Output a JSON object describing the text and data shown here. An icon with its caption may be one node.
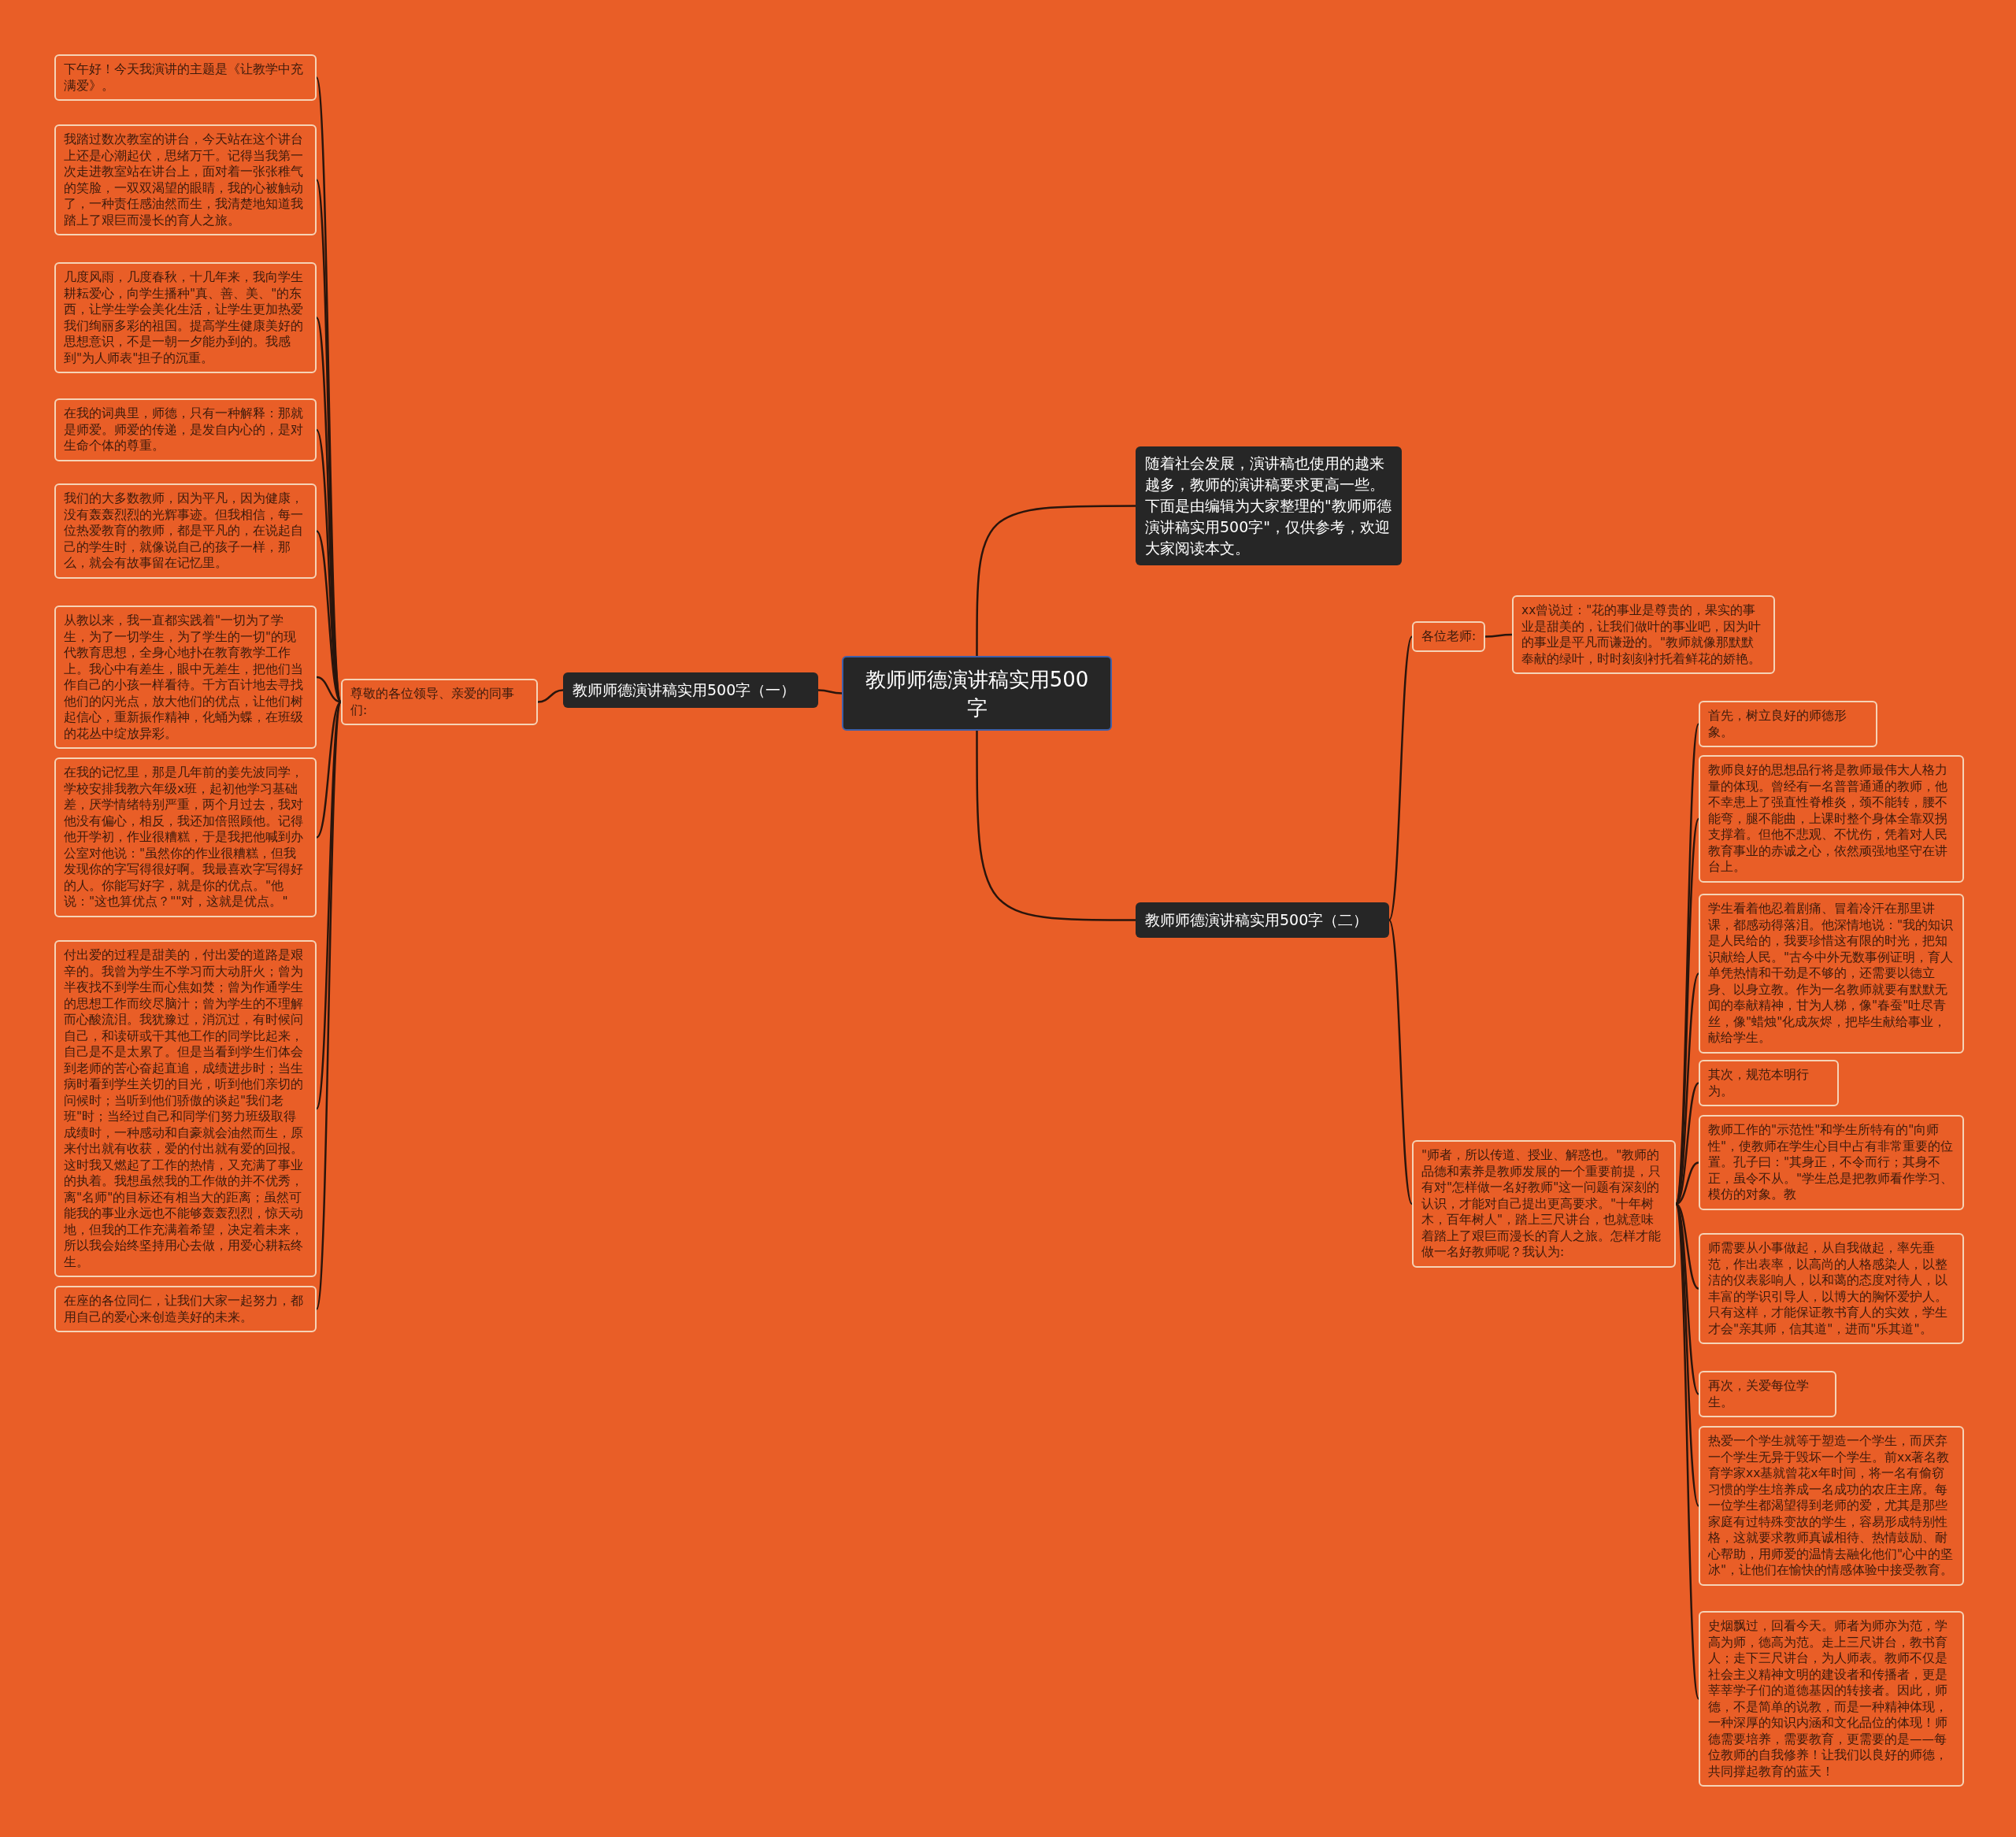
{
  "diagram": {
    "nodes": [
      {
        "text": [
          "教师师德演讲稿实用500字"
        ]
      },
      {
        "text": [
          "随着社会发展，演讲稿也使用的越来越多，教师的演讲稿要求更高一些。下面是由编辑为大家整理的\"教师师德演讲稿实用500字\"，仅供参考，欢迎大家阅读本文。"
        ]
      },
      {
        "text": [
          "教师师德演讲稿实用500字（一）"
        ]
      },
      {
        "text": [
          "尊敬的各位领导、亲爱的同事们:"
        ]
      },
      {
        "text": [
          "下午好！今天我演讲的主题是《让教学中充满爱》。"
        ]
      },
      {
        "text": [
          "我踏过数次教室的讲台，今天站在这个讲台上还是心潮起伏，思绪万千。记得当我第一次走进教室站在讲台上，面对着一张张稚气的笑脸，一双双渴望的眼睛，我的心被触动了，一种责任感油然而生，我清楚地知道我踏上了艰巨而漫长的育人之旅。"
        ]
      },
      {
        "text": [
          "几度风雨，几度春秋，十几年来，我向学生耕耘爱心，向学生播种\"真、善、美、\"的东西，让学生学会美化生活，让学生更加热爱我们绚丽多彩的祖国。提高学生健康美好的思想意识，不是一朝一夕能办到的。我感到\"为人师表\"担子的沉重。"
        ]
      },
      {
        "text": [
          "在我的词典里，师德，只有一种解释：那就是师爱。师爱的传递，是发自内心的，是对生命个体的尊重。"
        ]
      },
      {
        "text": [
          "我们的大多数教师，因为平凡，因为健康，没有轰轰烈烈的光辉事迹。但我相信，每一位热爱教育的教师，都是平凡的，在说起自己的学生时，就像说自己的孩子一样，那么，就会有故事留在记忆里。"
        ]
      },
      {
        "text": [
          "从教以来，我一直都实践着\"一切为了学生，为了一切学生，为了学生的一切\"的现代教育思想，全身心地扑在教育教学工作上。我心中有差生，眼中无差生，把他们当作自己的小孩一样看待。千方百计地去寻找他们的闪光点，放大他们的优点，让他们树起信心，重新振作精神，化蛹为蝶，在班级的花丛中绽放异彩。"
        ]
      },
      {
        "text": [
          "在我的记忆里，那是几年前的姜先波同学，学校安排我教六年级x班，起初他学习基础差，厌学情绪特别严重，两个月过去，我对他没有偏心，相反，我还加倍照顾他。记得他开学初，作业很糟糕，于是我把他喊到办公室对他说：\"虽然你的作业很糟糕，但我发现你的字写得很好啊。我最喜欢字写得好的人。你能写好字，就是你的优点。\"他说：\"这也算优点？\"\"对，这就是优点。\""
        ]
      },
      {
        "text": [
          "付出爱的过程是甜美的，付出爱的道路是艰辛的。我曾为学生不学习而大动肝火；曾为半夜找不到学生而心焦如焚；曾为作通学生的思想工作而绞尽脑汁；曾为学生的不理解而心酸流泪。我犹豫过，消沉过，有时候问自己，和读研或干其他工作的同学比起来，自己是不是太累了。但是当看到学生们体会到老师的苦心奋起直追，成绩进步时；当生病时看到学生关切的目光，听到他们亲切的问候时；当听到他们骄傲的谈起\"我们老班\"时；当经过自己和同学们努力班级取得成绩时，一种感动和自豪就会油然而生，原来付出就有收获，爱的付出就有爱的回报。这时我又燃起了工作的热情，又充满了事业的执着。我想虽然我的工作做的并不优秀，离\"名师\"的目标还有相当大的距离；虽然可能我的事业永远也不能够轰轰烈烈，惊天动地，但我的工作充满着希望，决定着未来，所以我会始终坚持用心去做，用爱心耕耘终生。"
        ]
      },
      {
        "text": [
          "在座的各位同仁，让我们大家一起努力，都用自己的爱心来创造美好的未来。"
        ]
      },
      {
        "text": [
          "教师师德演讲稿实用500字（二）"
        ]
      },
      {
        "text": [
          "各位老师:"
        ]
      },
      {
        "text": [
          "xx曾说过：\"花的事业是尊贵的，果实的事业是甜美的，让我们做叶的事业吧，因为叶的事业是平凡而谦逊的。\"教师就像那默默奉献的绿叶，时时刻刻衬托着鲜花的娇艳。"
        ]
      },
      {
        "text": [
          "\"师者，所以传道、授业、解惑也。\"教师的品德和素养是教师发展的一个重要前提，只有对\"怎样做一名好教师\"这一问题有深刻的认识，才能对自己提出更高要求。\"十年树木，百年树人\"，踏上三尺讲台，也就意味着踏上了艰巨而漫长的育人之旅。怎样才能做一名好教师呢？我认为:"
        ]
      },
      {
        "text": [
          "首先，树立良好的师德形象。"
        ]
      },
      {
        "text": [
          "教师良好的思想品行将是教师最伟大人格力量的体现。曾经有一名普普通通的教师，他不幸患上了强直性脊椎炎，颈不能转，腰不能弯，腿不能曲，上课时整个身体全靠双拐支撑着。但他不悲观、不忧伤，凭着对人民教育事业的赤诚之心，依然顽强地坚守在讲台上。"
        ]
      },
      {
        "text": [
          "学生看着他忍着剧痛、冒着冷汗在那里讲课，都感动得落泪。他深情地说：\"我的知识是人民给的，我要珍惜这有限的时光，把知识献给人民。\"古今中外无数事例证明，育人单凭热情和干劲是不够的，还需要以德立身、以身立教。作为一名教师就要有默默无闻的奉献精神，甘为人梯，像\"春蚕\"吐尽青丝，像\"蜡烛\"化成灰烬，把毕生献给事业，献给学生。"
        ]
      },
      {
        "text": [
          "其次，规范本明行为。"
        ]
      },
      {
        "text": [
          "教师工作的\"示范性\"和学生所特有的\"向师性\"，使教师在学生心目中占有非常重要的位置。孔子曰：\"其身正，不令而行；其身不正，虽令不从。\"学生总是把教师看作学习、模仿的对象。教"
        ]
      },
      {
        "text": [
          "师需要从小事做起，从自我做起，率先垂范，作出表率，以高尚的人格感染人，以整洁的仪表影响人，以和蔼的态度对待人，以丰富的学识引导人，以博大的胸怀爱护人。只有这样，才能保证教书育人的实效，学生才会\"亲其师，信其道\"，进而\"乐其道\"。"
        ]
      },
      {
        "text": [
          "再次，关爱每位学生。"
        ]
      },
      {
        "text": [
          "热爱一个学生就等于塑造一个学生，而厌弃一个学生无异于毁坏一个学生。前xx著名教育学家xx基就曾花x年时间，将一名有偷窃习惯的学生培养成一名成功的农庄主席。每一位学生都渴望得到老师的爱，尤其是那些家庭有过特殊变故的学生，容易形成特别性格，这就要求教师真诚相待、热情鼓励、耐心帮助，用师爱的温情去融化他们\"心中的坚冰\"，让他们在愉快的情感体验中接受教育。"
        ]
      },
      {
        "text": [
          "史烟飘过，回看今天。师者为师亦为范，学高为师，德高为范。走上三尺讲台，教书育人；走下三尺讲台，为人师表。教师不仅是社会主义精神文明的建设者和传播者，更是莘莘学子们的道德基因的转接者。因此，师德，不是简单的说教，而是一种精神体现，一种深厚的知识内涵和文化品位的体现！师德需要培养，需要教育，更需要的是——每位教师的自我修养！让我们以良好的师德，共同撑起教育的蓝天！"
        ]
      }
    ],
    "edges": [
      {
        "from": 0,
        "to": 1,
        "arrow": "none"
      },
      {
        "from": 0,
        "to": 2,
        "arrow": "none"
      },
      {
        "from": 0,
        "to": 13,
        "arrow": "none"
      },
      {
        "from": 2,
        "to": 3,
        "arrow": "none"
      },
      {
        "from": 3,
        "to": 4,
        "arrow": "none"
      },
      {
        "from": 3,
        "to": 5,
        "arrow": "none"
      },
      {
        "from": 3,
        "to": 6,
        "arrow": "none"
      },
      {
        "from": 3,
        "to": 7,
        "arrow": "none"
      },
      {
        "from": 3,
        "to": 8,
        "arrow": "none"
      },
      {
        "from": 3,
        "to": 9,
        "arrow": "none"
      },
      {
        "from": 3,
        "to": 10,
        "arrow": "none"
      },
      {
        "from": 3,
        "to": 11,
        "arrow": "none"
      },
      {
        "from": 3,
        "to": 12,
        "arrow": "none"
      },
      {
        "from": 13,
        "to": 14,
        "arrow": "none"
      },
      {
        "from": 14,
        "to": 15,
        "arrow": "none"
      },
      {
        "from": 13,
        "to": 16,
        "arrow": "none"
      },
      {
        "from": 16,
        "to": 17,
        "arrow": "none"
      },
      {
        "from": 16,
        "to": 18,
        "arrow": "none"
      },
      {
        "from": 16,
        "to": 19,
        "arrow": "none"
      },
      {
        "from": 16,
        "to": 20,
        "arrow": "none"
      },
      {
        "from": 16,
        "to": 21,
        "arrow": "none"
      },
      {
        "from": 16,
        "to": 22,
        "arrow": "none"
      },
      {
        "from": 16,
        "to": 23,
        "arrow": "none"
      },
      {
        "from": 16,
        "to": 24,
        "arrow": "none"
      },
      {
        "from": 16,
        "to": 25,
        "arrow": "none"
      }
    ]
  }
}
